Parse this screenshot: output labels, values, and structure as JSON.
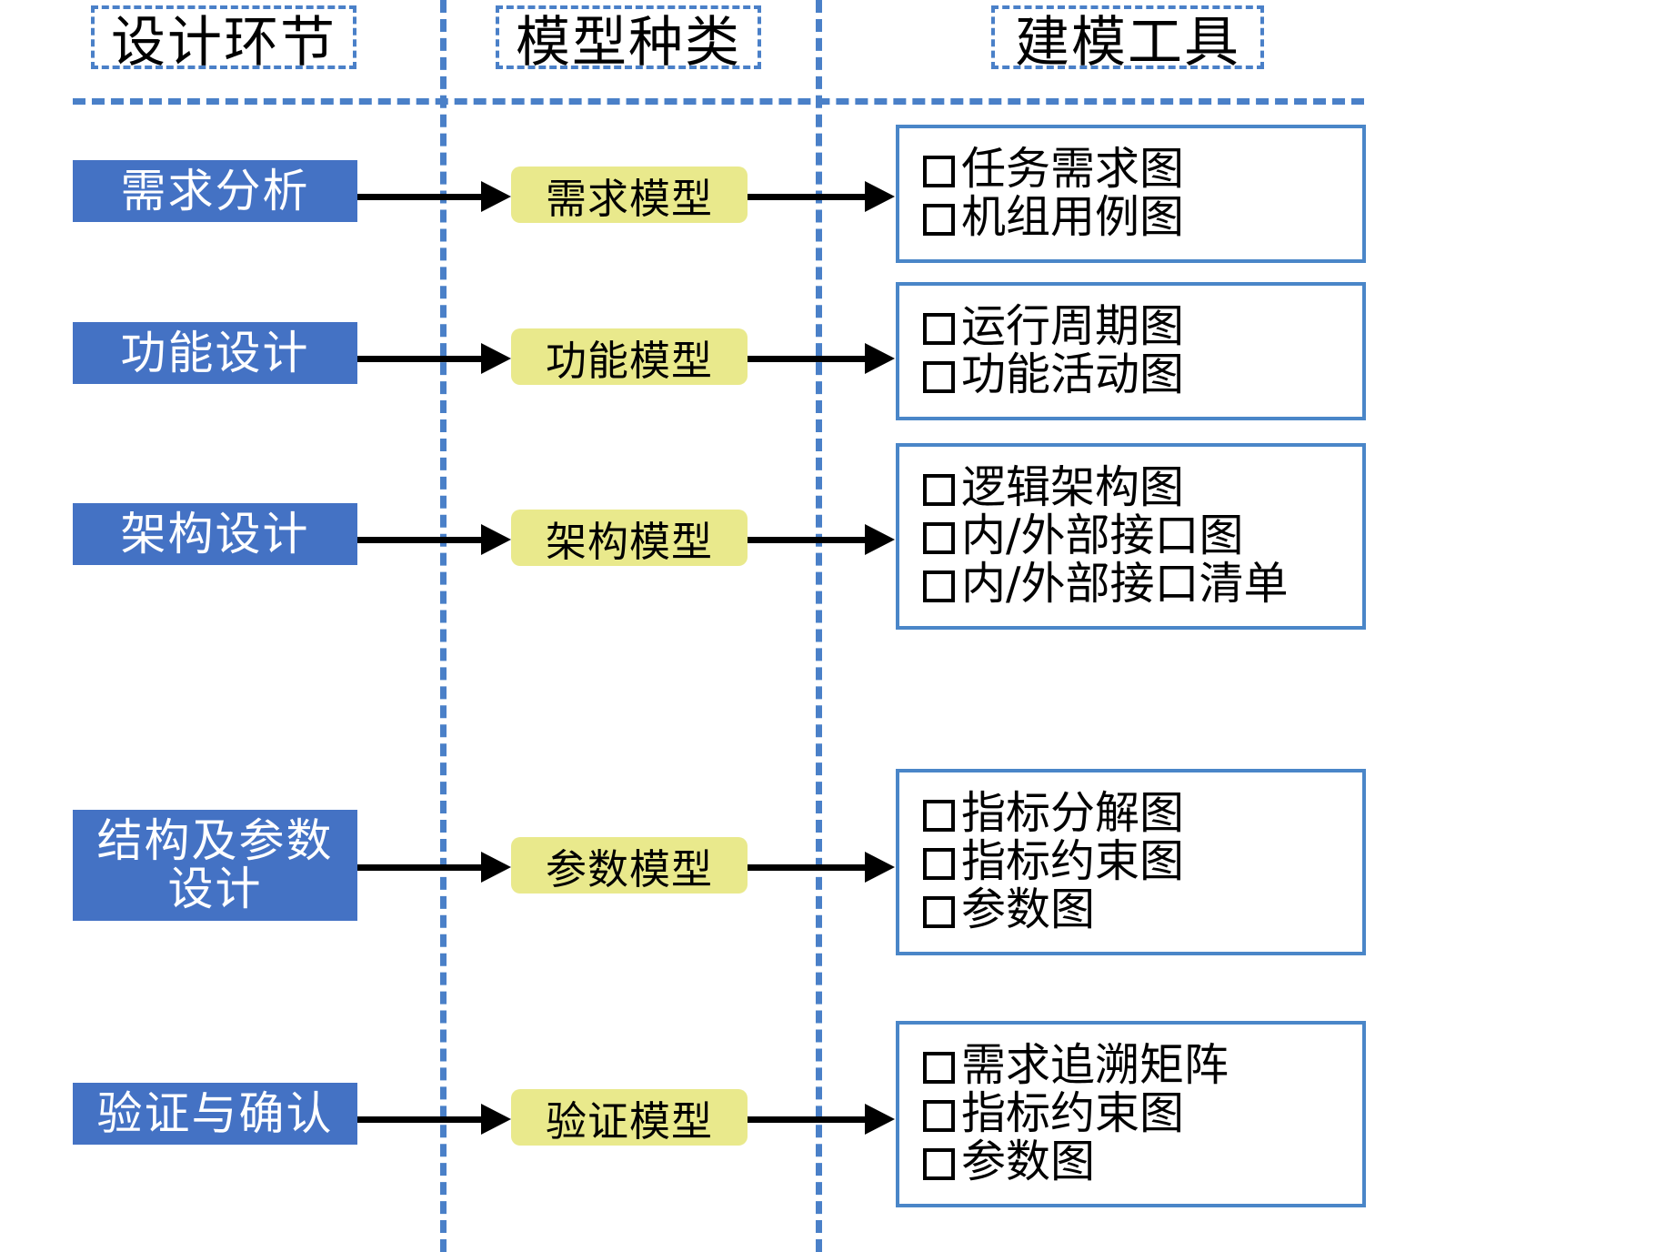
{
  "headers": [
    {
      "id": "design-stage",
      "label": "设计环节"
    },
    {
      "id": "model-type",
      "label": "模型种类"
    },
    {
      "id": "modeling-tool",
      "label": "建模工具"
    }
  ],
  "colors": {
    "stage_fill": "#4472c4",
    "stage_text": "#ffffff",
    "model_fill": "#e9e98c",
    "model_text": "#000000",
    "tool_border": "#4a86c8",
    "divider": "#4a80c8",
    "arrow": "#000000"
  },
  "rows": [
    {
      "stage": "需求分析",
      "model": "需求模型",
      "tools": [
        "任务需求图",
        "机组用例图"
      ]
    },
    {
      "stage": "功能设计",
      "model": "功能模型",
      "tools": [
        "运行周期图",
        "功能活动图"
      ]
    },
    {
      "stage": "架构设计",
      "model": "架构模型",
      "tools": [
        "逻辑架构图",
        "内/外部接口图",
        "内/外部接口清单"
      ]
    },
    {
      "stage": "结构及参数\n设计",
      "model": "参数模型",
      "tools": [
        "指标分解图",
        "指标约束图",
        "参数图"
      ]
    },
    {
      "stage": "验证与确认",
      "model": "验证模型",
      "tools": [
        "需求追溯矩阵",
        "指标约束图",
        "参数图"
      ]
    }
  ]
}
